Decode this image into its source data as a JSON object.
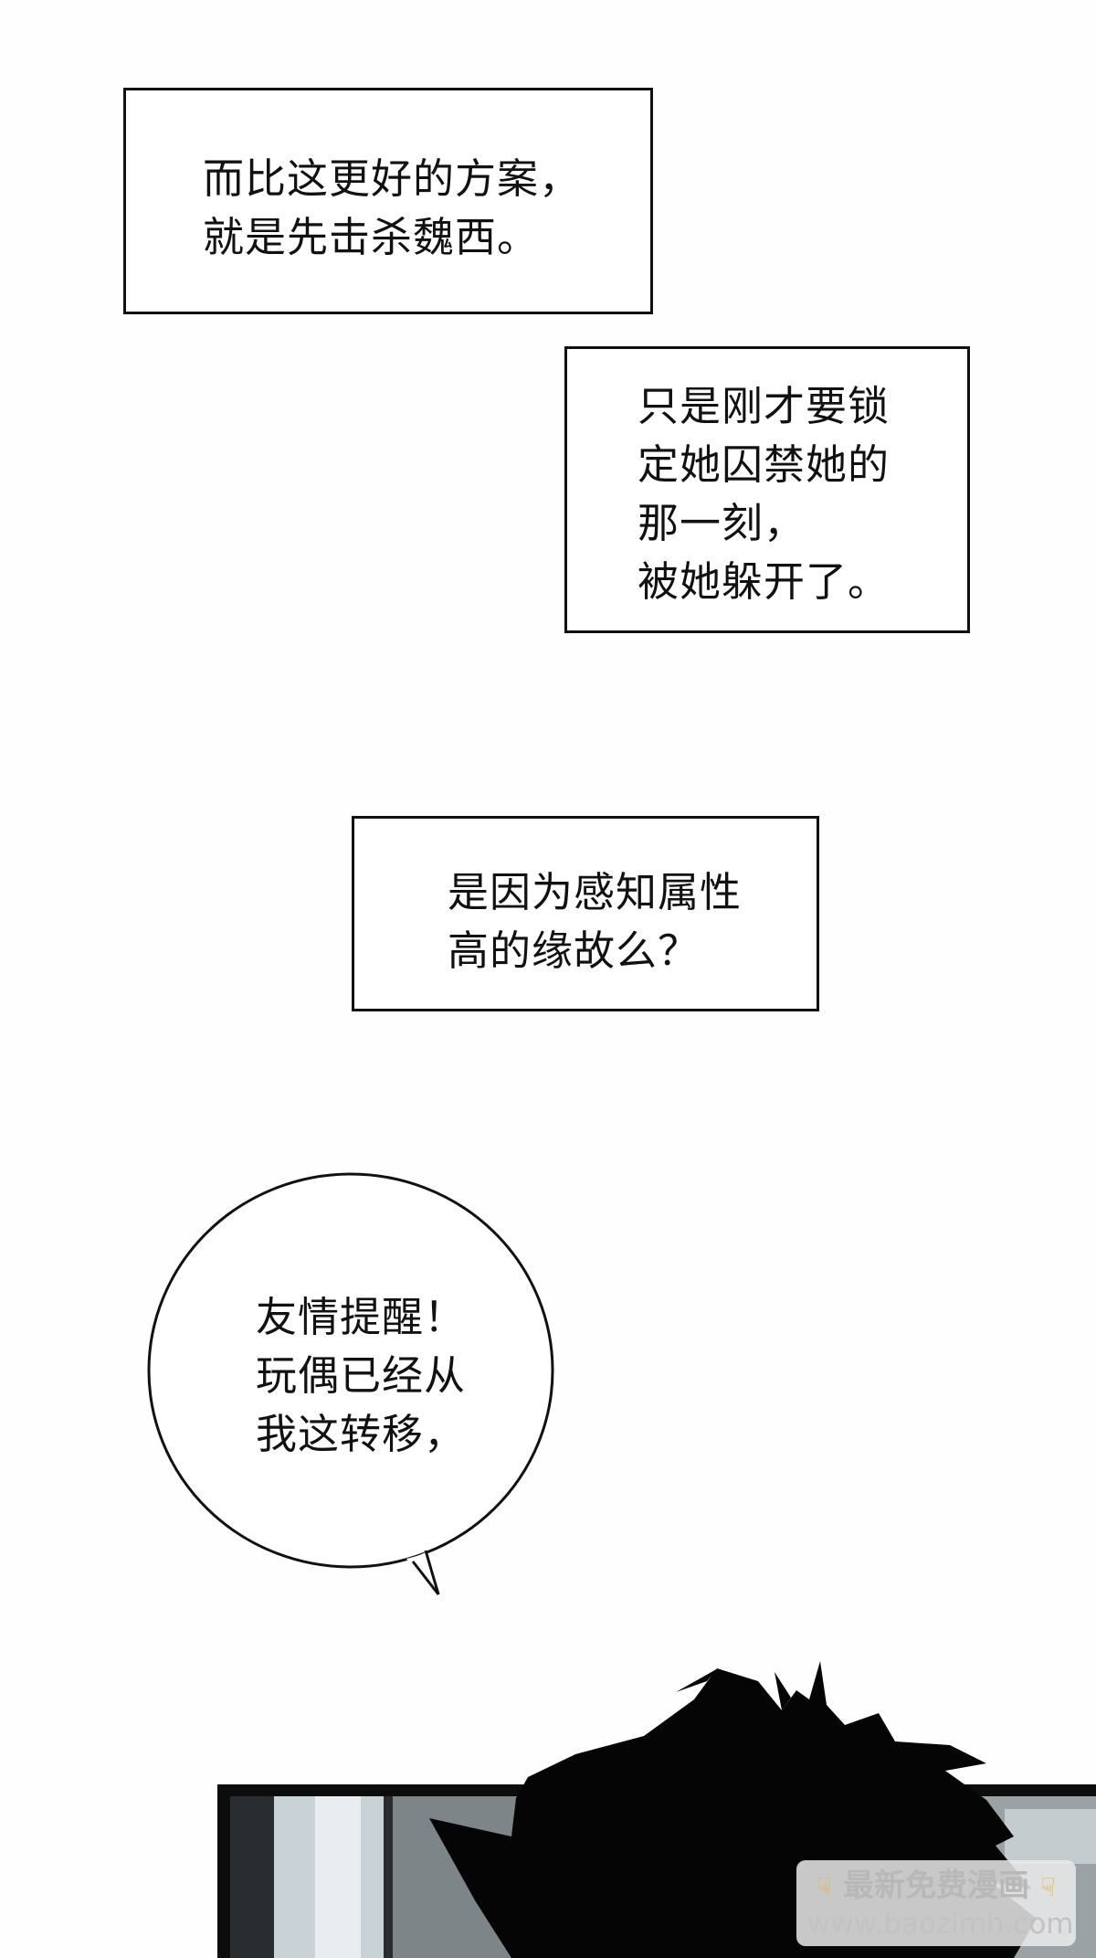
{
  "captions": {
    "box1": [
      "而比这更好的方案，",
      "就是先击杀魏西。"
    ],
    "box2": [
      "只是刚才要锁",
      "定她囚禁她的",
      "那一刻，",
      "被她躲开了。"
    ],
    "box3": [
      "是因为感知属性",
      "高的缘故么？"
    ],
    "bubble": [
      "友情提醒！",
      "玩偶已经从",
      "我这转移，"
    ]
  },
  "watermark": {
    "title": "最新免费漫画",
    "url": "www.baozimh.com",
    "icon": "pointing-hand-icon"
  },
  "colors": {
    "ink": "#111111",
    "paper": "#fefefe",
    "panel_highlight": "#c9d2d6"
  }
}
